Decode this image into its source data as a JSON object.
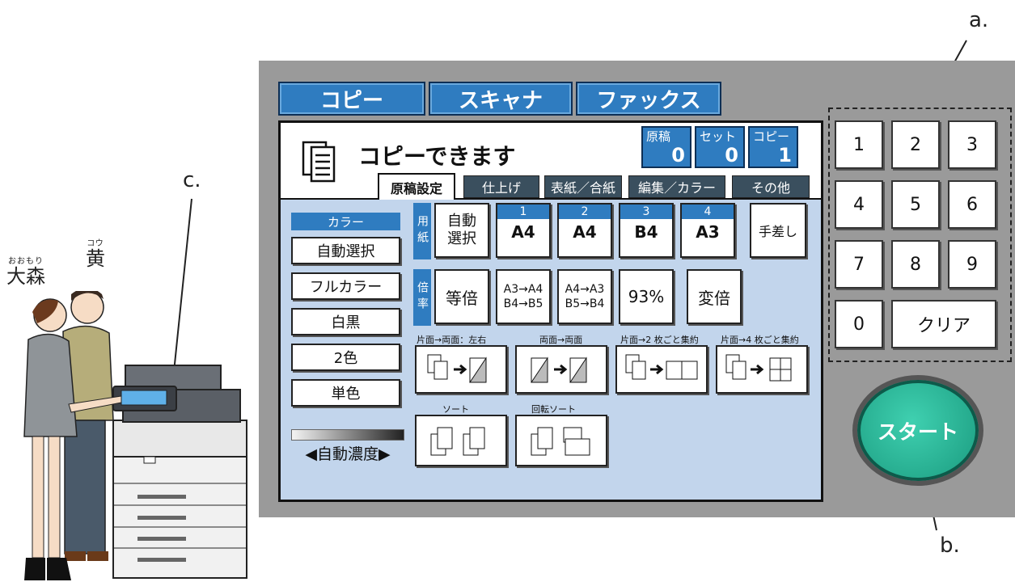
{
  "callouts": {
    "a": "a.",
    "b": "b.",
    "c": "c."
  },
  "people": [
    {
      "furigana": "おおもり",
      "kanji": "大森"
    },
    {
      "furigana": "コウ",
      "kanji": "黄"
    }
  ],
  "mode_tabs": [
    "コピー",
    "スキャナ",
    "ファックス"
  ],
  "status": "コピーできます",
  "counters": [
    {
      "label": "原稿",
      "value": "0"
    },
    {
      "label": "セット",
      "value": "0"
    },
    {
      "label": "コピー",
      "value": "1"
    }
  ],
  "sub_tabs": [
    "原稿設定",
    "仕上げ",
    "表紙／合紙",
    "編集／カラー",
    "その他"
  ],
  "color": {
    "header": "カラー",
    "options": [
      "自動選択",
      "フルカラー",
      "白黒",
      "2色",
      "単色"
    ]
  },
  "paper": {
    "side_label": "用紙",
    "auto": "自動\n選択",
    "trays": [
      {
        "num": "1",
        "size": "A4"
      },
      {
        "num": "2",
        "size": "A4"
      },
      {
        "num": "3",
        "size": "B4"
      },
      {
        "num": "4",
        "size": "A3"
      }
    ],
    "manual": "手差し"
  },
  "ratio": {
    "side_label": "倍率",
    "options": [
      "等倍",
      "A3→A4\nB4→B5",
      "A4→A3\nB5→B4",
      "93%",
      "変倍"
    ]
  },
  "duplex_labels": [
    "片面→両面：左右",
    "両面→両面",
    "片面→2 枚ごと集約",
    "片面→4 枚ごと集約"
  ],
  "sort_labels": [
    "ソート",
    "回転ソート"
  ],
  "density": "◀自動濃度▶",
  "keypad": [
    "1",
    "2",
    "3",
    "4",
    "5",
    "6",
    "7",
    "8",
    "9",
    "0",
    "クリア"
  ],
  "start": "スタート",
  "colors": {
    "accent": "#2f7cc0",
    "screen_bg": "#c2d5ec",
    "start": "#1b9c80"
  }
}
